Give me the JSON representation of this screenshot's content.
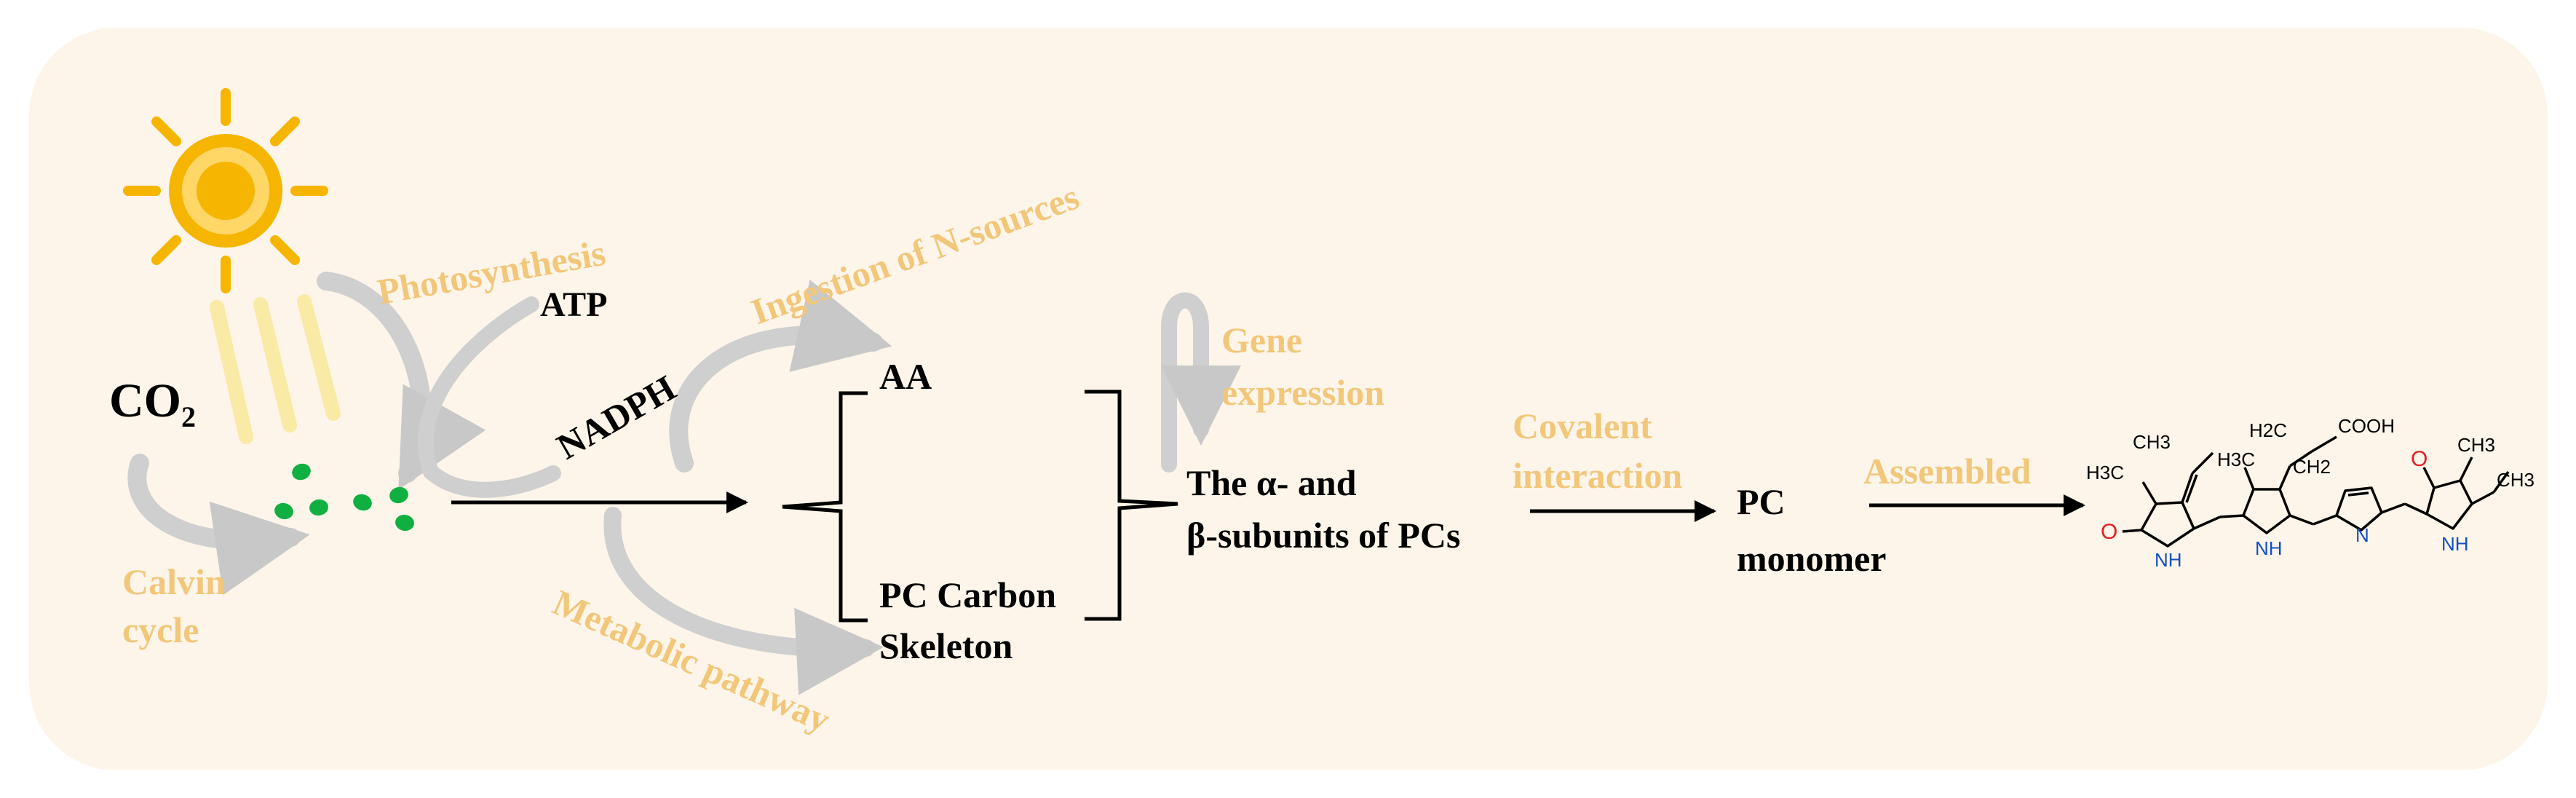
{
  "labels": {
    "photosynthesis": "Photosynthesis",
    "atp": "ATP",
    "nadph": "NADPH",
    "ingestion": "Ingestion of N-sources",
    "co2_main": "CO",
    "co2_sub": "2",
    "calvin_1": "Calvin",
    "calvin_2": "cycle",
    "aa": "AA",
    "pc_carbon_1": "PC Carbon",
    "pc_carbon_2": "Skeleton",
    "metabolic": "Metabolic pathway",
    "gene_1": "Gene",
    "gene_2": "expression",
    "subunits_1": "The α- and",
    "subunits_2": "β-subunits of PCs",
    "covalent_1": "Covalent",
    "covalent_2": "interaction",
    "pc_monomer_1": "PC",
    "pc_monomer_2": "monomer",
    "assembled": "Assembled"
  },
  "molecule": {
    "h3c_left": "H3C",
    "ch3_top_left": "CH3",
    "h3c_middle": "H3C",
    "ch2_left": "H2C",
    "cooh": "COOH",
    "ch2_right": "CH2",
    "o_left": "O",
    "nh_1": "NH",
    "nh_2": "NH",
    "n_ring": "N",
    "o_right": "O",
    "ch3_right": "CH3",
    "ch3_far_right": "CH3",
    "nh_3": "NH"
  },
  "colors": {
    "panel_bg": "#fdf5ea",
    "orange_text": "#f2c77a",
    "sun": "#f6b500",
    "rays": "#f9eaa5",
    "dots": "#10b040",
    "grey_arrow": "#cfcfcf",
    "atom_o": "#e02020",
    "atom_n": "#1050c0"
  }
}
